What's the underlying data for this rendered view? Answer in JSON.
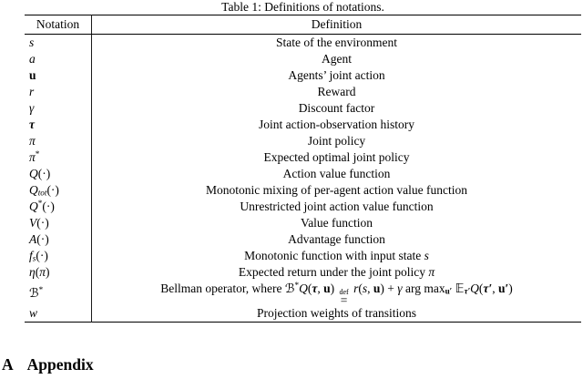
{
  "colors": {
    "background": "#ffffff",
    "text": "#000000",
    "rule": "#000000"
  },
  "table": {
    "caption": "Table 1: Definitions of notations.",
    "headers": {
      "notation": "Notation",
      "definition": "Definition"
    },
    "rows": [
      {
        "notation": [
          {
            "v": "s",
            "i": true
          }
        ],
        "definition": [
          {
            "v": "State of the environment"
          }
        ]
      },
      {
        "notation": [
          {
            "v": "a",
            "i": true
          }
        ],
        "definition": [
          {
            "v": "Agent"
          }
        ]
      },
      {
        "notation": [
          {
            "v": "u",
            "b": true
          }
        ],
        "definition": [
          {
            "v": "Agents’ joint action"
          }
        ]
      },
      {
        "notation": [
          {
            "v": "r",
            "i": true
          }
        ],
        "definition": [
          {
            "v": "Reward"
          }
        ]
      },
      {
        "notation": [
          {
            "v": "γ",
            "i": true
          }
        ],
        "definition": [
          {
            "v": "Discount factor"
          }
        ]
      },
      {
        "notation": [
          {
            "v": "τ",
            "b": true,
            "i": true
          }
        ],
        "definition": [
          {
            "v": "Joint action-observation history"
          }
        ]
      },
      {
        "notation": [
          {
            "v": "π",
            "i": true
          }
        ],
        "definition": [
          {
            "v": "Joint policy"
          }
        ]
      },
      {
        "notation": [
          {
            "v": "π",
            "i": true
          },
          {
            "v": "*",
            "sup": true
          }
        ],
        "definition": [
          {
            "v": "Expected optimal joint policy"
          }
        ]
      },
      {
        "notation": [
          {
            "v": "Q",
            "i": true
          },
          {
            "v": "(·)"
          }
        ],
        "definition": [
          {
            "v": "Action value function"
          }
        ]
      },
      {
        "notation": [
          {
            "v": "Q",
            "i": true
          },
          {
            "v": "tot",
            "i": true,
            "sub": true
          },
          {
            "v": "(·)"
          }
        ],
        "definition": [
          {
            "v": "Monotonic mixing of per-agent action value function"
          }
        ]
      },
      {
        "notation": [
          {
            "v": "Q",
            "i": true
          },
          {
            "v": "*",
            "sup": true
          },
          {
            "v": "(·)"
          }
        ],
        "definition": [
          {
            "v": "Unrestricted joint action value function"
          }
        ]
      },
      {
        "notation": [
          {
            "v": "V",
            "i": true
          },
          {
            "v": "(·)"
          }
        ],
        "definition": [
          {
            "v": "Value function"
          }
        ]
      },
      {
        "notation": [
          {
            "v": "A",
            "i": true
          },
          {
            "v": "(·)"
          }
        ],
        "definition": [
          {
            "v": "Advantage function"
          }
        ]
      },
      {
        "notation": [
          {
            "v": "f",
            "i": true
          },
          {
            "v": "s",
            "i": true,
            "sub": true
          },
          {
            "v": "(·)"
          }
        ],
        "definition": [
          {
            "v": "Monotonic function with input state "
          },
          {
            "v": "s",
            "i": true
          }
        ]
      },
      {
        "notation": [
          {
            "v": "η",
            "i": true
          },
          {
            "v": "("
          },
          {
            "v": "π",
            "i": true
          },
          {
            "v": ")"
          }
        ],
        "definition": [
          {
            "v": "Expected return under the joint policy "
          },
          {
            "v": "π",
            "i": true
          }
        ]
      },
      {
        "notation": [
          {
            "v": "ℬ"
          },
          {
            "v": "*",
            "sup": true
          }
        ],
        "definition": [
          {
            "v": "Bellman operator, where "
          },
          {
            "v": "ℬ"
          },
          {
            "v": "*",
            "sup": true
          },
          {
            "v": "Q",
            "i": true
          },
          {
            "v": "("
          },
          {
            "v": "τ",
            "b": true,
            "i": true
          },
          {
            "v": ", "
          },
          {
            "v": "u",
            "b": true
          },
          {
            "v": ") "
          },
          {
            "deq": "def"
          },
          {
            "v": " "
          },
          {
            "v": "r",
            "i": true
          },
          {
            "v": "("
          },
          {
            "v": "s",
            "i": true
          },
          {
            "v": ", "
          },
          {
            "v": "u",
            "b": true
          },
          {
            "v": ") + "
          },
          {
            "v": "γ",
            "i": true
          },
          {
            "v": " arg max"
          },
          {
            "v": "u′",
            "b": true,
            "sub": true
          },
          {
            "v": " "
          },
          {
            "v": "𝔼",
            "bb": true
          },
          {
            "v": "τ′",
            "b": true,
            "i": true,
            "sub": true
          },
          {
            "v": "Q",
            "i": true
          },
          {
            "v": "("
          },
          {
            "v": "τ′",
            "b": true,
            "i": true
          },
          {
            "v": ", "
          },
          {
            "v": "u′",
            "b": true
          },
          {
            "v": ")"
          }
        ]
      },
      {
        "notation": [
          {
            "v": "w",
            "i": true
          }
        ],
        "definition": [
          {
            "v": "Projection weights of transitions"
          }
        ]
      }
    ]
  },
  "appendix": {
    "section_label": "A",
    "section_title": "Appendix"
  }
}
